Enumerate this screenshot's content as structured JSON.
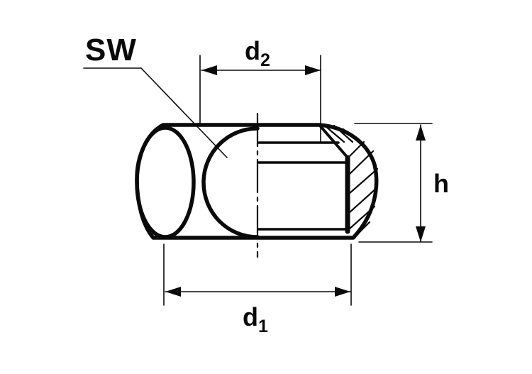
{
  "diagram": {
    "labels": {
      "sw": "SW",
      "d2_main": "d",
      "d2_sub": "2",
      "d1_main": "d",
      "d1_sub": "1",
      "h": "h"
    },
    "colors": {
      "line": "#0a0a0a",
      "background": "#ffffff"
    }
  }
}
